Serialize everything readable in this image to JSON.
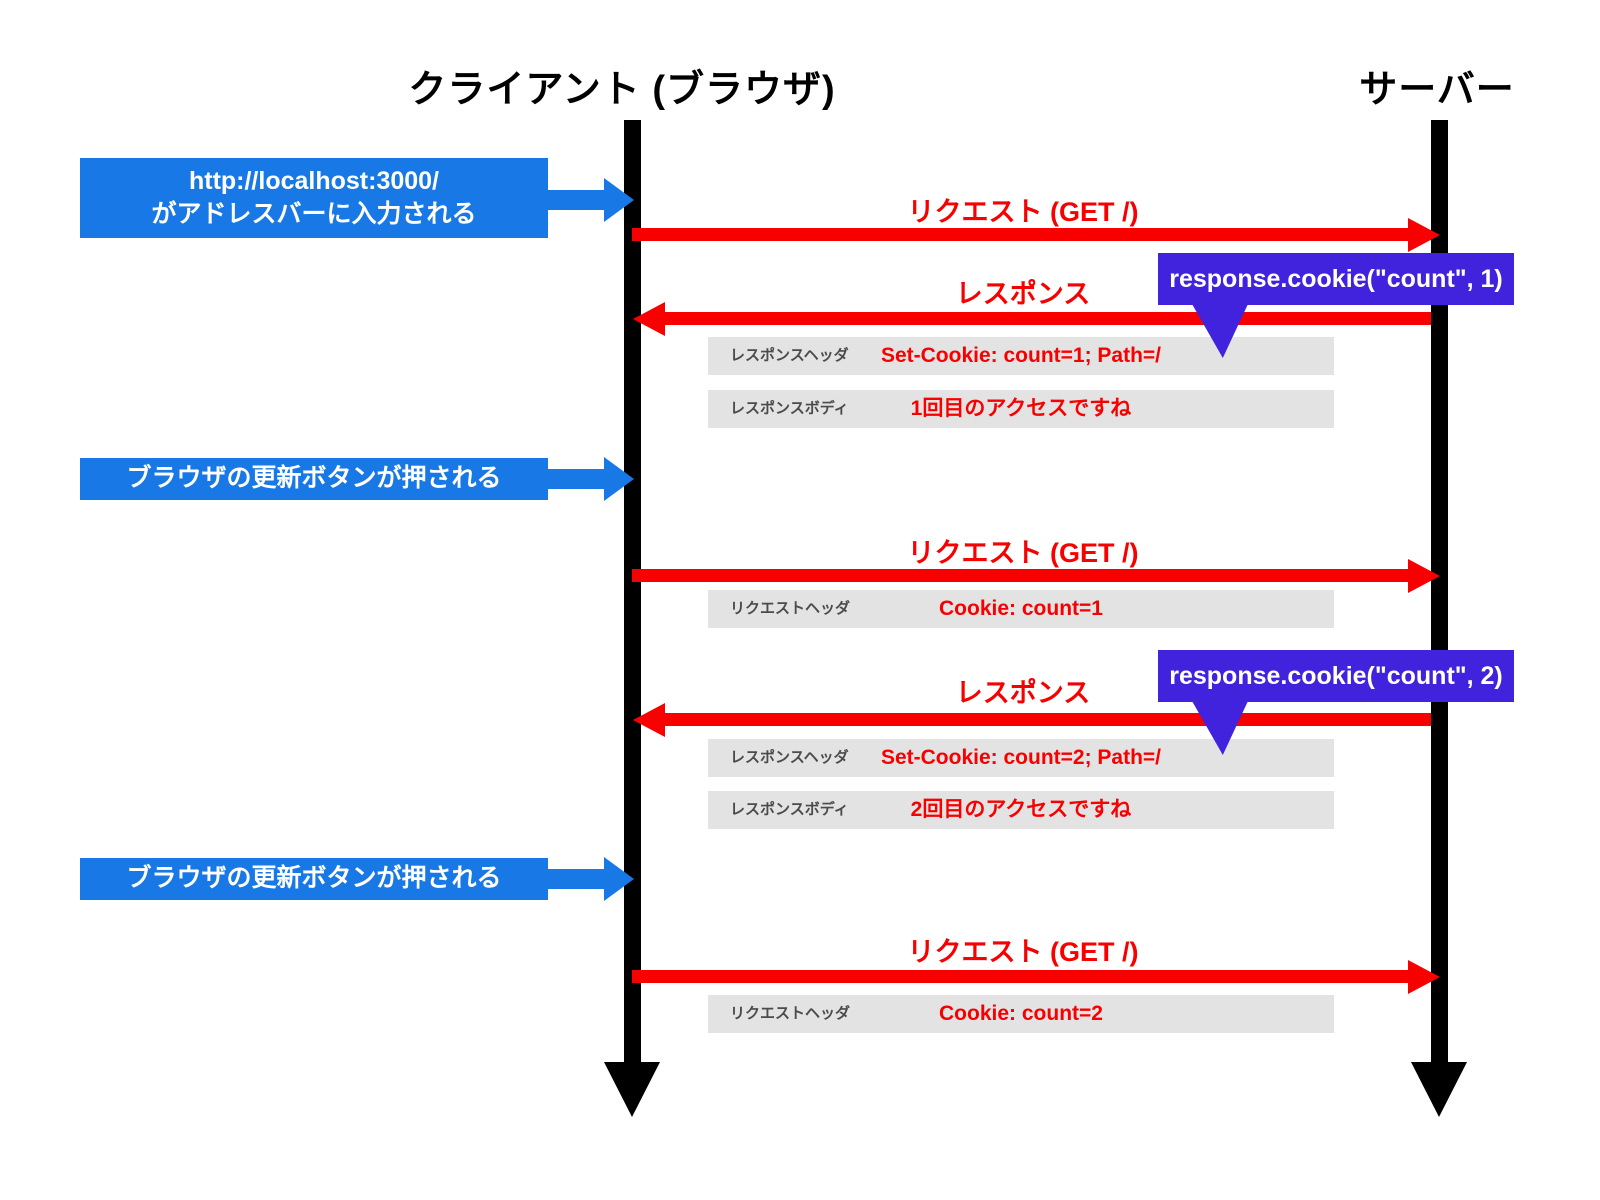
{
  "actors": {
    "client": "クライアント (ブラウザ)",
    "server": "サーバー"
  },
  "notes": {
    "note1": {
      "line1": "http://localhost:3000/",
      "line2": "がアドレスバーに入力される"
    },
    "note2": "ブラウザの更新ボタンが押される",
    "note3": "ブラウザの更新ボタンが押される"
  },
  "messages": {
    "request1": "リクエスト (GET /)",
    "response1": "レスポンス",
    "request2": "リクエスト (GET /)",
    "response2": "レスポンス",
    "request3": "リクエスト (GET /)"
  },
  "callouts": {
    "callout1": "response.cookie(\"count\", 1)",
    "callout2": "response.cookie(\"count\", 2)"
  },
  "details": {
    "row1": {
      "label": "レスポンスヘッダ",
      "value": "Set-Cookie: count=1; Path=/"
    },
    "row2": {
      "label": "レスポンスボディ",
      "value": "1回目のアクセスですね"
    },
    "row3": {
      "label": "リクエストヘッダ",
      "value": "Cookie: count=1"
    },
    "row4": {
      "label": "レスポンスヘッダ",
      "value": "Set-Cookie: count=2; Path=/"
    },
    "row5": {
      "label": "レスポンスボディ",
      "value": "2回目のアクセスですね"
    },
    "row6": {
      "label": "リクエストヘッダ",
      "value": "Cookie: count=2"
    }
  },
  "colors": {
    "blue": "#1879E6",
    "purple": "#4223DD",
    "red": "#F80000",
    "gray_box": "#E3E3E3",
    "gray_label": "#4B4B4B",
    "black": "#000000"
  }
}
